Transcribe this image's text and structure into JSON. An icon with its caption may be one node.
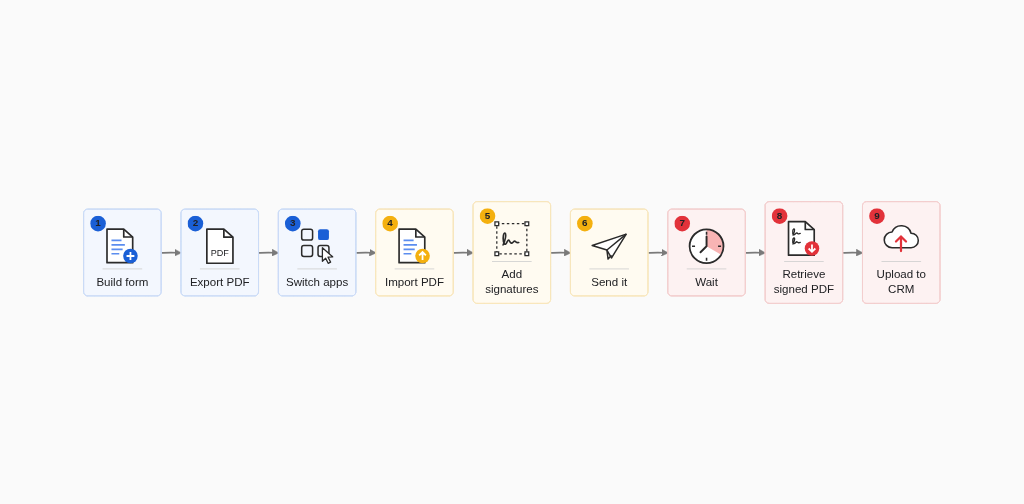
{
  "diagram": {
    "nodes": [
      {
        "text": [
          "1",
          "Build form"
        ]
      },
      {
        "text": [
          "2",
          "PDF",
          "Export PDF"
        ]
      },
      {
        "text": [
          "3",
          "Switch apps"
        ]
      },
      {
        "text": [
          "4",
          "Import PDF"
        ]
      },
      {
        "text": [
          "5",
          "Add signatures"
        ]
      },
      {
        "text": [
          "6",
          "Send it"
        ]
      },
      {
        "text": [
          "7",
          "Wait"
        ]
      },
      {
        "text": [
          "8",
          "Retrieve signed PDF"
        ]
      },
      {
        "text": [
          "9",
          "Upload to CRM"
        ]
      }
    ],
    "edges": [
      {
        "from": 0,
        "to": 1,
        "arrow": "to"
      },
      {
        "from": 1,
        "to": 2,
        "arrow": "to"
      },
      {
        "from": 2,
        "to": 3,
        "arrow": "to"
      },
      {
        "from": 3,
        "to": 4,
        "arrow": "to"
      },
      {
        "from": 4,
        "to": 5,
        "arrow": "to"
      },
      {
        "from": 5,
        "to": 6,
        "arrow": "to"
      },
      {
        "from": 6,
        "to": 7,
        "arrow": "to"
      },
      {
        "from": 7,
        "to": 8,
        "arrow": "to"
      }
    ]
  }
}
